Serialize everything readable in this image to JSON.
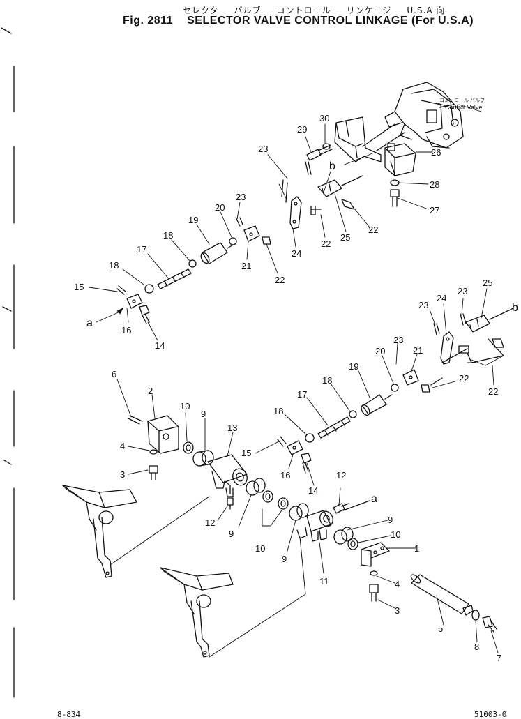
{
  "header": {
    "japanese_words": [
      "セレクタ",
      "バルブ",
      "コントロール",
      "リンケージ",
      "U.S.A 向"
    ],
    "figure_number": "Fig. 2811",
    "title": "SELECTOR VALVE CONTROL LINKAGE (For U.S.A)"
  },
  "callouts": {
    "control_valve_jp": "コントロール バルブ",
    "control_valve_en": "Control Valve"
  },
  "parts": [
    {
      "id": "p30a",
      "label": "30"
    },
    {
      "id": "p29a",
      "label": "29"
    },
    {
      "id": "p26a",
      "label": "26"
    },
    {
      "id": "p28a",
      "label": "28"
    },
    {
      "id": "p27a",
      "label": "27"
    },
    {
      "id": "p23a",
      "label": "23"
    },
    {
      "id": "pba",
      "label": "b"
    },
    {
      "id": "p23b",
      "label": "23"
    },
    {
      "id": "p20a",
      "label": "20"
    },
    {
      "id": "p19a",
      "label": "19"
    },
    {
      "id": "p18a",
      "label": "18"
    },
    {
      "id": "p17a",
      "label": "17"
    },
    {
      "id": "p18b",
      "label": "18"
    },
    {
      "id": "p15a",
      "label": "15"
    },
    {
      "id": "paa",
      "label": "a"
    },
    {
      "id": "p16a",
      "label": "16"
    },
    {
      "id": "p14a",
      "label": "14"
    },
    {
      "id": "p21a",
      "label": "21"
    },
    {
      "id": "p22a",
      "label": "22"
    },
    {
      "id": "p24a",
      "label": "24"
    },
    {
      "id": "p22b",
      "label": "22"
    },
    {
      "id": "p25a",
      "label": "25"
    },
    {
      "id": "p22c",
      "label": "22"
    },
    {
      "id": "p25b",
      "label": "25"
    },
    {
      "id": "p23c",
      "label": "23"
    },
    {
      "id": "p24b",
      "label": "24"
    },
    {
      "id": "p23d",
      "label": "23"
    },
    {
      "id": "pbb",
      "label": "b"
    },
    {
      "id": "p23e",
      "label": "23"
    },
    {
      "id": "p20b",
      "label": "20"
    },
    {
      "id": "p21b",
      "label": "21"
    },
    {
      "id": "p19b",
      "label": "19"
    },
    {
      "id": "p18c",
      "label": "18"
    },
    {
      "id": "p22d",
      "label": "22"
    },
    {
      "id": "p22e",
      "label": "22"
    },
    {
      "id": "p17b",
      "label": "17"
    },
    {
      "id": "p18d",
      "label": "18"
    },
    {
      "id": "p15b",
      "label": "15"
    },
    {
      "id": "p16b",
      "label": "16"
    },
    {
      "id": "p14b",
      "label": "14"
    },
    {
      "id": "p6",
      "label": "6"
    },
    {
      "id": "p2",
      "label": "2"
    },
    {
      "id": "p10a",
      "label": "10"
    },
    {
      "id": "p9a",
      "label": "9"
    },
    {
      "id": "p13",
      "label": "13"
    },
    {
      "id": "p4a",
      "label": "4"
    },
    {
      "id": "p3a",
      "label": "3"
    },
    {
      "id": "p12a",
      "label": "12"
    },
    {
      "id": "p9b",
      "label": "9"
    },
    {
      "id": "p10b",
      "label": "10"
    },
    {
      "id": "p9c",
      "label": "9"
    },
    {
      "id": "p12b",
      "label": "12"
    },
    {
      "id": "pab",
      "label": "a"
    },
    {
      "id": "p9d",
      "label": "9"
    },
    {
      "id": "p10c",
      "label": "10"
    },
    {
      "id": "p1",
      "label": "1"
    },
    {
      "id": "p11",
      "label": "11"
    },
    {
      "id": "p4b",
      "label": "4"
    },
    {
      "id": "p3b",
      "label": "3"
    },
    {
      "id": "p5",
      "label": "5"
    },
    {
      "id": "p8",
      "label": "8"
    },
    {
      "id": "p7",
      "label": "7"
    }
  ],
  "footer": {
    "left": "8-834",
    "right": "51003-0"
  }
}
